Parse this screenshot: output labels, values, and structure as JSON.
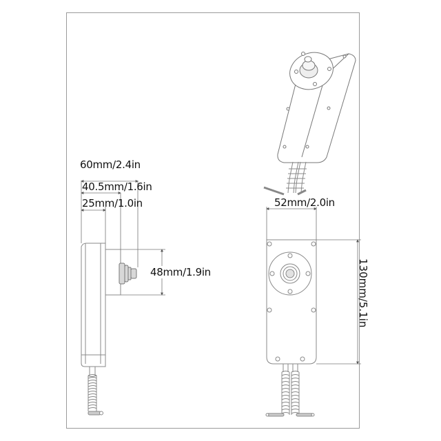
{
  "diagram": {
    "type": "technical dimension drawing",
    "subject": "handheld pendant with coiled cables",
    "views": [
      "side view",
      "isometric view",
      "front view"
    ]
  },
  "dimensions": {
    "overall_depth": "60mm/2.4in",
    "body_plus_connector_depth": "40.5mm/1.6in",
    "body_depth": "25mm/1.0in",
    "connector_flange_height": "48mm/1.9in",
    "width": "52mm/2.0in",
    "length": "130mm/5.1in"
  },
  "colors": {
    "line": "#8a8a8a",
    "dark_line": "#555555",
    "text": "#111111",
    "frame": "#9a9a9a"
  }
}
